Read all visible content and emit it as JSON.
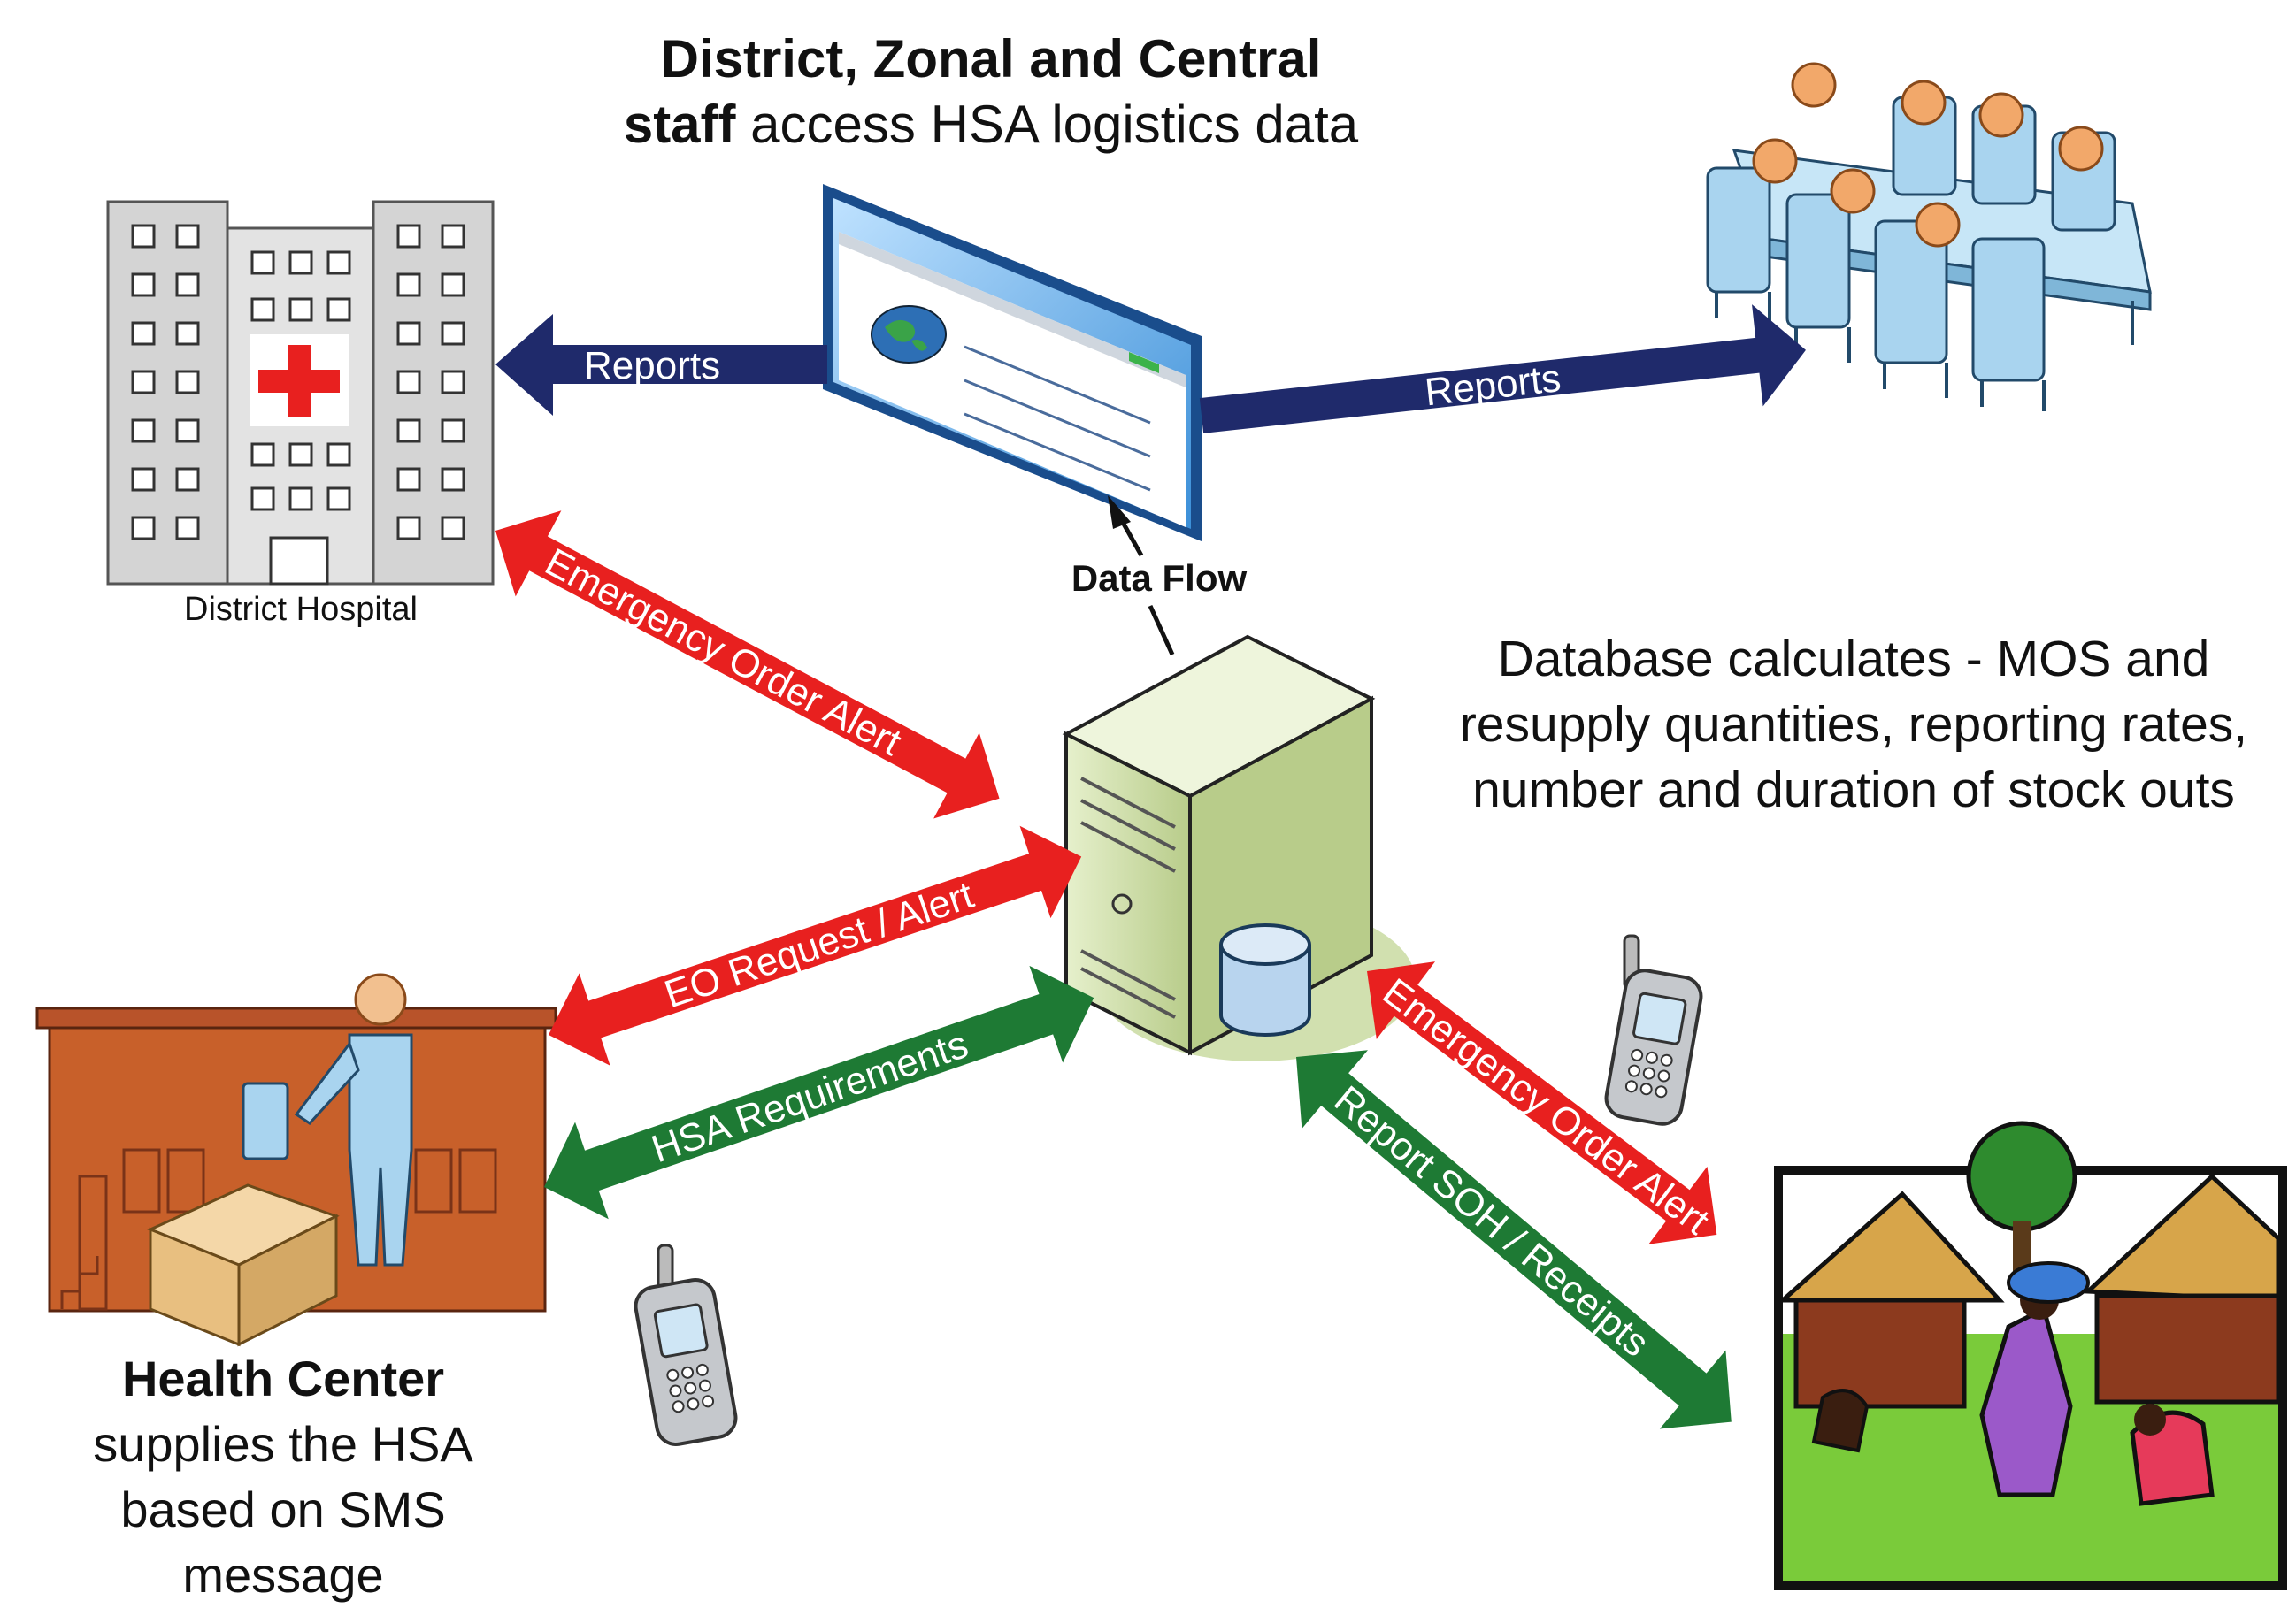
{
  "top_caption": {
    "bold": "District, Zonal  and Central",
    "bold_line2": "staff",
    "rest_line2": " access HSA logistics data"
  },
  "database_note": {
    "line1": "Database calculates - MOS and",
    "line2": "resupply quantities, reporting rates,",
    "line3": "number and duration of stock outs"
  },
  "health_center_caption": {
    "bold": "Health Center",
    "line2": "supplies the HSA",
    "line3": "based on SMS",
    "line4": "message"
  },
  "district_hospital_label": "District Hospital",
  "data_flow_label": "Data Flow",
  "arrows": {
    "reports_left": "Reports",
    "reports_right": "Reports",
    "emergency_hospital": "Emergency Order Alert",
    "eo_request": "EO Request / Alert",
    "hsa_requirements": "HSA Requirements",
    "emergency_village": "Emergency Order Alert",
    "report_soh": "Report SOH / Receipts"
  },
  "colors": {
    "navy": "#1f2a6b",
    "red": "#e8201f",
    "green": "#1e7a34",
    "server": "#d6e4b4",
    "building_orange": "#c8602a"
  }
}
